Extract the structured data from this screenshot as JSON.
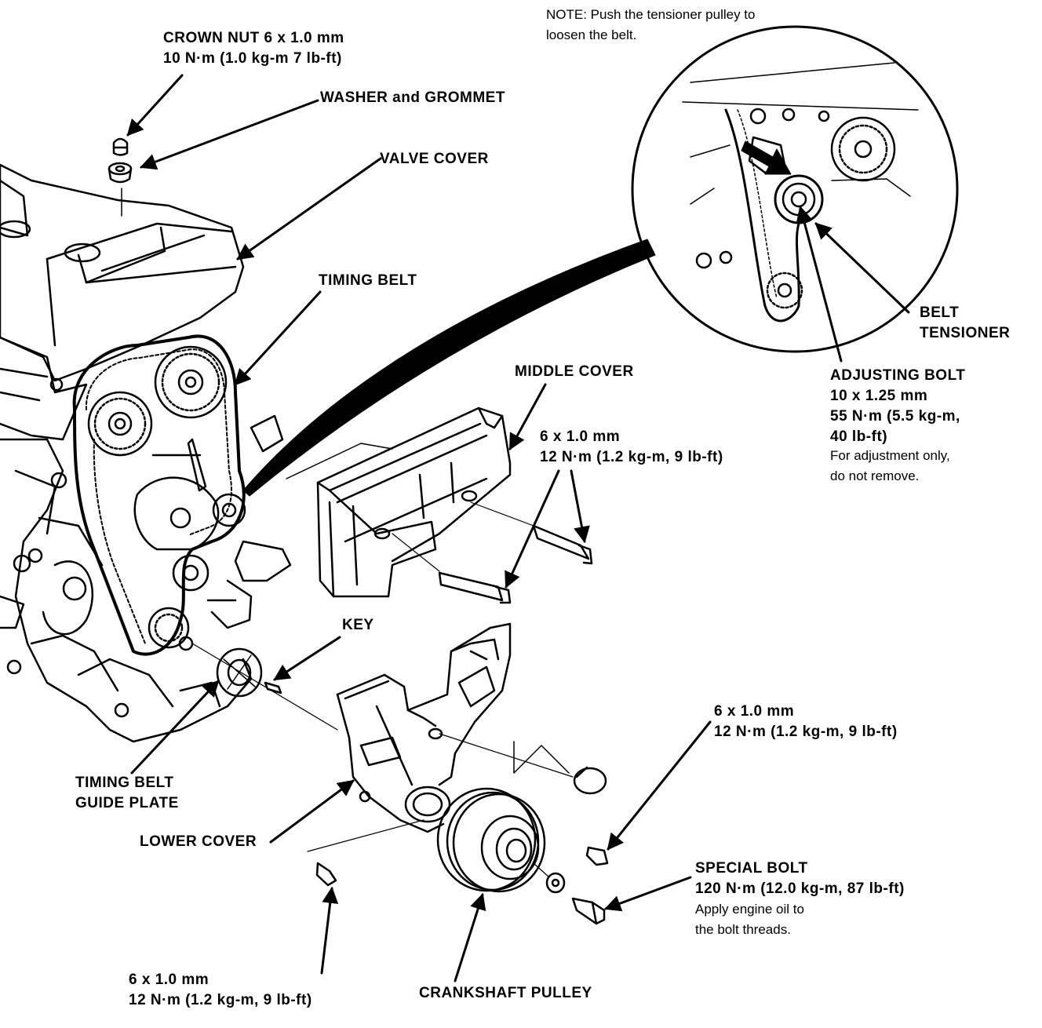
{
  "labels": {
    "note": [
      "NOTE: Push the tensioner pulley to",
      "loosen the belt."
    ],
    "crown_nut": [
      "CROWN NUT 6 x 1.0 mm",
      "10 N·m (1.0 kg-m 7 lb-ft)"
    ],
    "washer_grommet": [
      "WASHER and GROMMET"
    ],
    "valve_cover": [
      "VALVE COVER"
    ],
    "timing_belt": [
      "TIMING BELT"
    ],
    "middle_cover": [
      "MIDDLE COVER"
    ],
    "belt_tensioner": [
      "BELT",
      "TENSIONER"
    ],
    "adjusting_bolt": [
      "ADJUSTING BOLT",
      "10 x 1.25 mm",
      "55 N·m (5.5 kg-m,",
      "40 lb-ft)"
    ],
    "adjusting_bolt_note": [
      "For adjustment only,",
      "do not remove."
    ],
    "mid_bolts": [
      "6 x 1.0 mm",
      "12 N·m (1.2 kg-m, 9 lb-ft)"
    ],
    "key": [
      "KEY"
    ],
    "right_bolt": [
      "6 x 1.0 mm",
      "12 N·m (1.2 kg-m, 9 lb-ft)"
    ],
    "guide_plate": [
      "TIMING BELT",
      "GUIDE PLATE"
    ],
    "lower_cover": [
      "LOWER COVER"
    ],
    "special_bolt": [
      "SPECIAL BOLT",
      "120 N·m (12.0 kg-m, 87 lb-ft)"
    ],
    "special_bolt_note": [
      "Apply engine oil to",
      "the bolt threads."
    ],
    "bottom_bolt": [
      "6 x 1.0 mm",
      "12 N·m (1.2 kg-m, 9 lb-ft)"
    ],
    "crankshaft_pulley": [
      "CRANKSHAFT PULLEY"
    ]
  },
  "colors": {
    "ink": "#000000",
    "paper": "#ffffff"
  }
}
